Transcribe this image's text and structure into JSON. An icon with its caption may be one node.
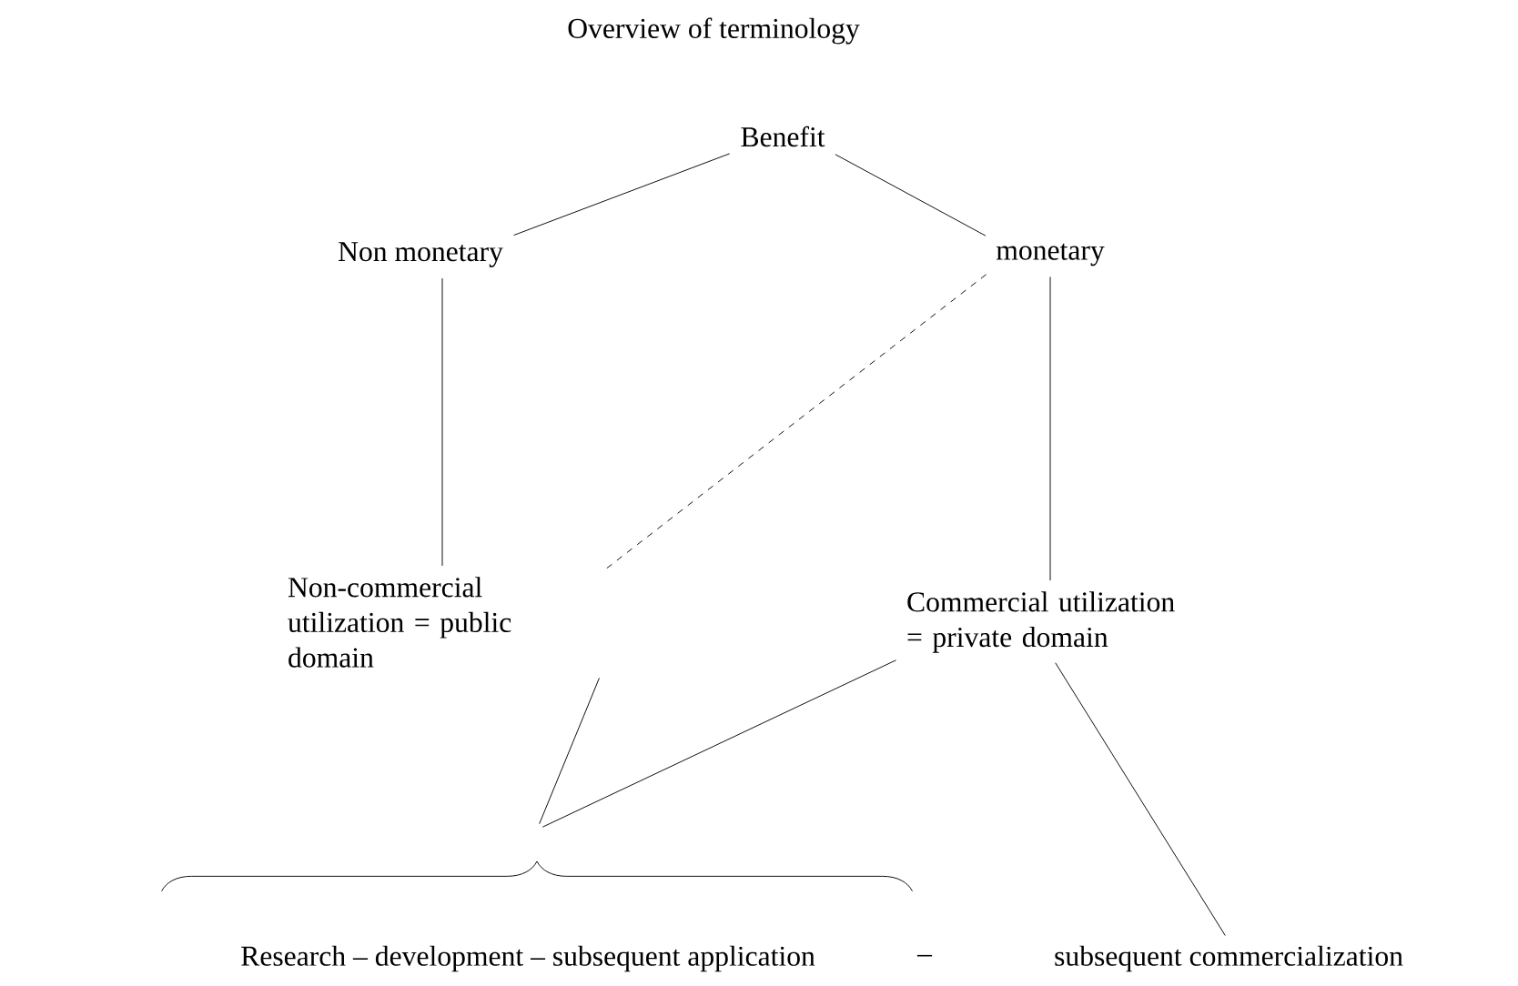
{
  "diagram": {
    "title": "Overview of terminology",
    "nodes": [
      {
        "text": [
          "Benefit"
        ]
      },
      {
        "text": [
          "Non monetary"
        ]
      },
      {
        "text": [
          "monetary"
        ]
      },
      {
        "text": [
          "Non-commercial utilization = public domain"
        ]
      },
      {
        "text": [
          "Commercial utilization = private domain"
        ]
      },
      {
        "text": [],
        "shape": "brace"
      },
      {
        "text": [
          "Research – development – subsequent application"
        ]
      },
      {
        "text": [
          "subsequent commercialization"
        ]
      }
    ],
    "edges": [
      {
        "from": 0,
        "to": 1,
        "arrow": "none"
      },
      {
        "from": 0,
        "to": 2,
        "arrow": "none"
      },
      {
        "from": 1,
        "to": 3,
        "arrow": "none"
      },
      {
        "from": 2,
        "to": 4,
        "arrow": "none"
      },
      {
        "from": 2,
        "to": 3,
        "arrow": "none",
        "style": "dashed"
      },
      {
        "from": 3,
        "to": 5,
        "arrow": "none"
      },
      {
        "from": 4,
        "to": 5,
        "arrow": "none"
      },
      {
        "from": 4,
        "to": 7,
        "arrow": "none"
      }
    ],
    "labels": [
      "–"
    ]
  }
}
